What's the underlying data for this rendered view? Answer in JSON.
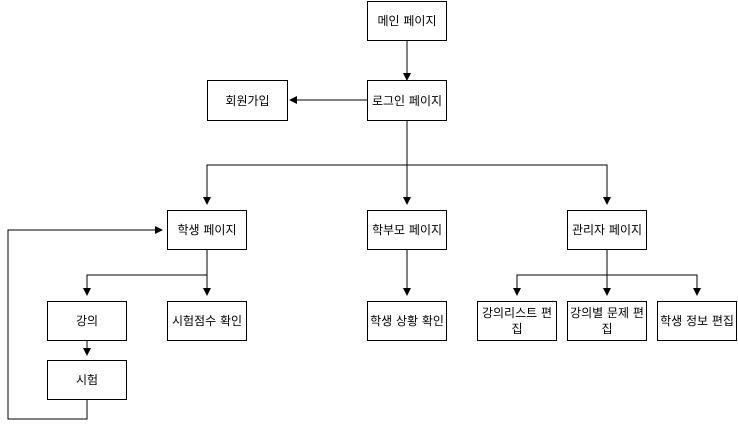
{
  "nodes": {
    "main": "메인 페이지",
    "login": "로그인 페이지",
    "signup": "회원가입",
    "student": "학생 페이지",
    "parent": "학부모 페이지",
    "admin": "관리자 페이지",
    "lecture": "강의",
    "score": "시험점수 확인",
    "exam": "시험",
    "student_status": "학생 상황 확인",
    "lecture_list_edit": "강의리스트 편집",
    "lecture_question_edit": "강의별 문제 편집",
    "student_info_edit": "학생 정보 편집"
  }
}
